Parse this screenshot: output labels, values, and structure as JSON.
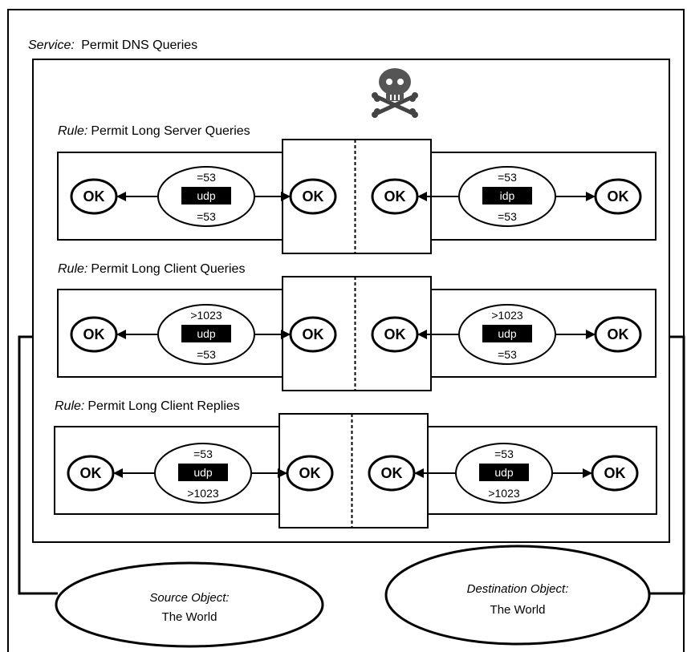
{
  "service": {
    "prefix": "Service:",
    "name": "Permit DNS Queries"
  },
  "rules": [
    {
      "prefix": "Rule:",
      "name": "Permit Long Server Queries",
      "left": {
        "top_port": "=53",
        "protocol": "udp",
        "bottom_port": "=53"
      },
      "right": {
        "top_port": "=53",
        "protocol": "idp",
        "bottom_port": "=53"
      }
    },
    {
      "prefix": "Rule:",
      "name": "Permit Long Client Queries",
      "left": {
        "top_port": ">1023",
        "protocol": "udp",
        "bottom_port": "=53"
      },
      "right": {
        "top_port": ">1023",
        "protocol": "udp",
        "bottom_port": "=53"
      }
    },
    {
      "prefix": "Rule:",
      "name": "Permit Long Client Replies",
      "left": {
        "top_port": "=53",
        "protocol": "udp",
        "bottom_port": ">1023"
      },
      "right": {
        "top_port": "=53",
        "protocol": "udp",
        "bottom_port": ">1023"
      }
    }
  ],
  "ok_label": "OK",
  "source_object": {
    "title": "Source Object:",
    "value": "The World"
  },
  "destination_object": {
    "title": "Destination Object:",
    "value": "The World"
  },
  "icons": {
    "alert": "skull-crossbones-icon"
  }
}
